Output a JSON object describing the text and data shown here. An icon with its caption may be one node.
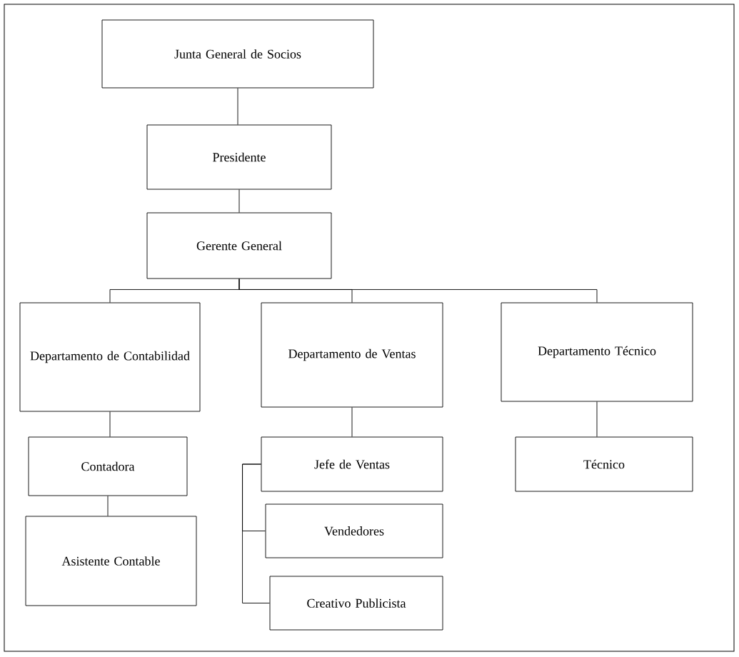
{
  "diagram": {
    "nodes": [
      {
        "text": [
          "Junta General de Socios"
        ]
      },
      {
        "text": [
          "Presidente"
        ]
      },
      {
        "text": [
          "Gerente General"
        ]
      },
      {
        "text": [
          "Departamento de Contabilidad"
        ]
      },
      {
        "text": [
          "Departamento de Ventas"
        ]
      },
      {
        "text": [
          "Departamento Técnico"
        ]
      },
      {
        "text": [
          "Contadora"
        ]
      },
      {
        "text": [
          "Asistente Contable"
        ]
      },
      {
        "text": [
          "Jefe de Ventas"
        ]
      },
      {
        "text": [
          "Vendedores"
        ]
      },
      {
        "text": [
          "Creativo Publicista"
        ]
      },
      {
        "text": [
          "Técnico"
        ]
      }
    ],
    "edges": [
      {
        "from": 0,
        "to": 1,
        "arrow": "none"
      },
      {
        "from": 1,
        "to": 2,
        "arrow": "none"
      },
      {
        "from": 2,
        "to": 3,
        "arrow": "none"
      },
      {
        "from": 2,
        "to": 4,
        "arrow": "none"
      },
      {
        "from": 2,
        "to": 5,
        "arrow": "none"
      },
      {
        "from": 3,
        "to": 6,
        "arrow": "none"
      },
      {
        "from": 6,
        "to": 7,
        "arrow": "none"
      },
      {
        "from": 4,
        "to": 8,
        "arrow": "none"
      },
      {
        "from": 5,
        "to": 11,
        "arrow": "none"
      },
      {
        "from": 8,
        "to": 9,
        "arrow": "none"
      },
      {
        "from": 8,
        "to": 10,
        "arrow": "none"
      }
    ]
  }
}
